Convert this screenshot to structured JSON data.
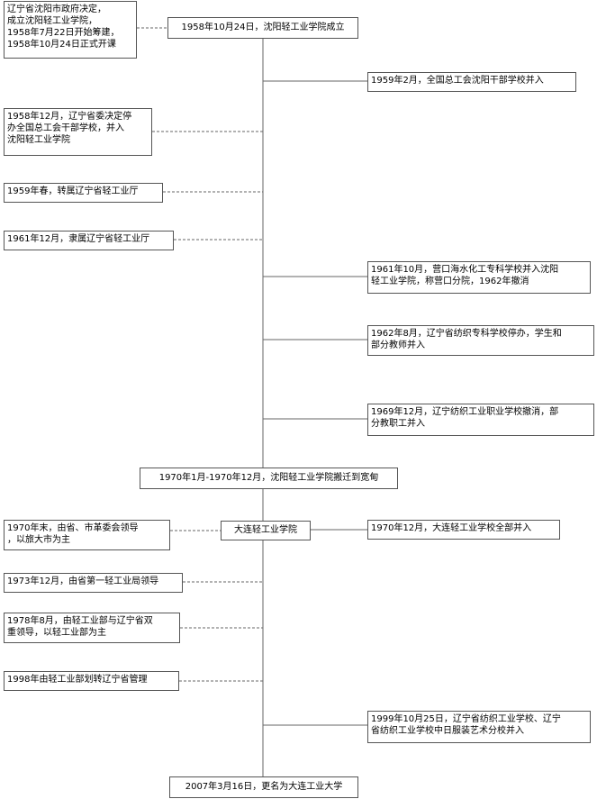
{
  "diagram": {
    "spine": {
      "top": "1958年10月24日，沈阳轻工业学院成立",
      "middle": "1970年1月-1970年12月，沈阳轻工业学院搬迁到宽甸",
      "dalian": "大连轻工业学院",
      "bottom": "2007年3月16日，更名为大连工业大学"
    },
    "left_events": [
      "辽宁省沈阳市政府决定，\n成立沈阳轻工业学院，\n1958年7月22日开始筹建，\n1958年10月24日正式开课",
      "1958年12月，辽宁省委决定停\n办全国总工会干部学校，并入\n沈阳轻工业学院",
      "1959年春，转属辽宁省轻工业厅",
      "1961年12月，隶属辽宁省轻工业厅",
      "1970年末，由省、市革委会领导\n，以旅大市为主",
      "1973年12月，由省第一轻工业局领导",
      "1978年8月，由轻工业部与辽宁省双\n重领导，以轻工业部为主",
      "1998年由轻工业部划转辽宁省管理"
    ],
    "right_events": [
      "1959年2月，全国总工会沈阳干部学校并入",
      "1961年10月，营口海水化工专科学校并入沈阳\n轻工业学院，称营口分院，1962年撤消",
      "1962年8月，辽宁省纺织专科学校停办，学生和\n部分教师并入",
      "1969年12月，辽宁纺织工业职业学校撤消，部\n分教职工并入",
      "1970年12月，大连轻工业学校全部并入",
      "1999年10月25日，辽宁省纺织工业学校、辽宁\n省纺织工业学校中日服装艺术分校并入"
    ],
    "colors": {
      "line": "#666666",
      "box_border": "#555555",
      "background": "#ffffff",
      "text": "#000000"
    }
  }
}
